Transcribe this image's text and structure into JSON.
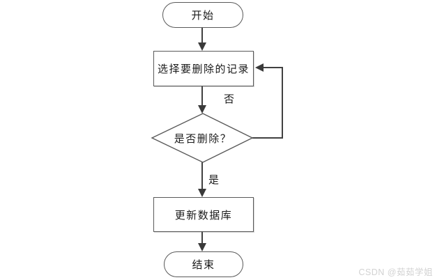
{
  "canvas": {
    "background": "#ffffff"
  },
  "flowchart": {
    "type": "flowchart",
    "nodes": {
      "start": {
        "type": "terminator",
        "label": "开始"
      },
      "select": {
        "type": "process",
        "label": "选择要删除的记录"
      },
      "decision": {
        "type": "decision",
        "label": "是否删除？"
      },
      "update": {
        "type": "process",
        "label": "更新数据库"
      },
      "end": {
        "type": "terminator",
        "label": "结束"
      }
    },
    "edges": [
      {
        "from": "start",
        "to": "select",
        "label": ""
      },
      {
        "from": "select",
        "to": "decision",
        "label": ""
      },
      {
        "from": "decision",
        "to": "select",
        "label": "否",
        "kind": "feedback-loop"
      },
      {
        "from": "decision",
        "to": "update",
        "label": "是"
      },
      {
        "from": "update",
        "to": "end",
        "label": ""
      }
    ],
    "edge_labels": {
      "no": "否",
      "yes": "是"
    },
    "colors": {
      "shape_border": "#595959",
      "shape_fill": "#ffffff",
      "arrow": "#404040",
      "text": "#1a1a1a"
    }
  },
  "watermark": {
    "text": "CSDN @茹茹学姐",
    "color": "#d2d2d2"
  }
}
